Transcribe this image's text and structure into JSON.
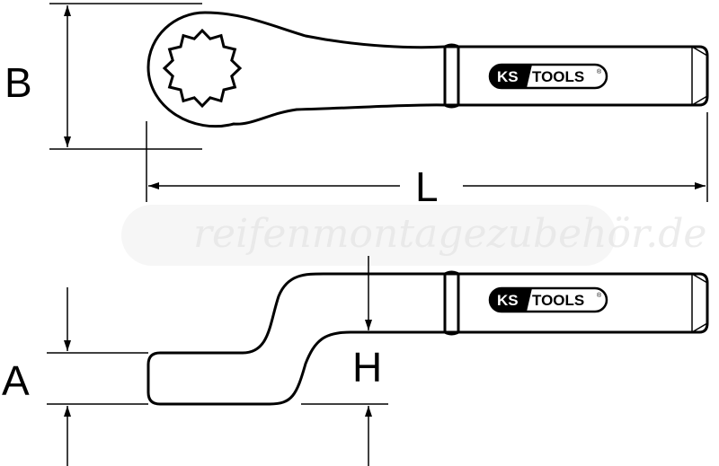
{
  "labels": {
    "B": "B",
    "L": "L",
    "A": "A",
    "H": "H"
  },
  "logo": {
    "ks": "KS",
    "tools": "TOOLS",
    "reg": "®"
  },
  "watermark": "reifenmontagezubehör.de",
  "colors": {
    "line": "#000000",
    "background": "#ffffff",
    "watermark": "#e4e4e4"
  }
}
